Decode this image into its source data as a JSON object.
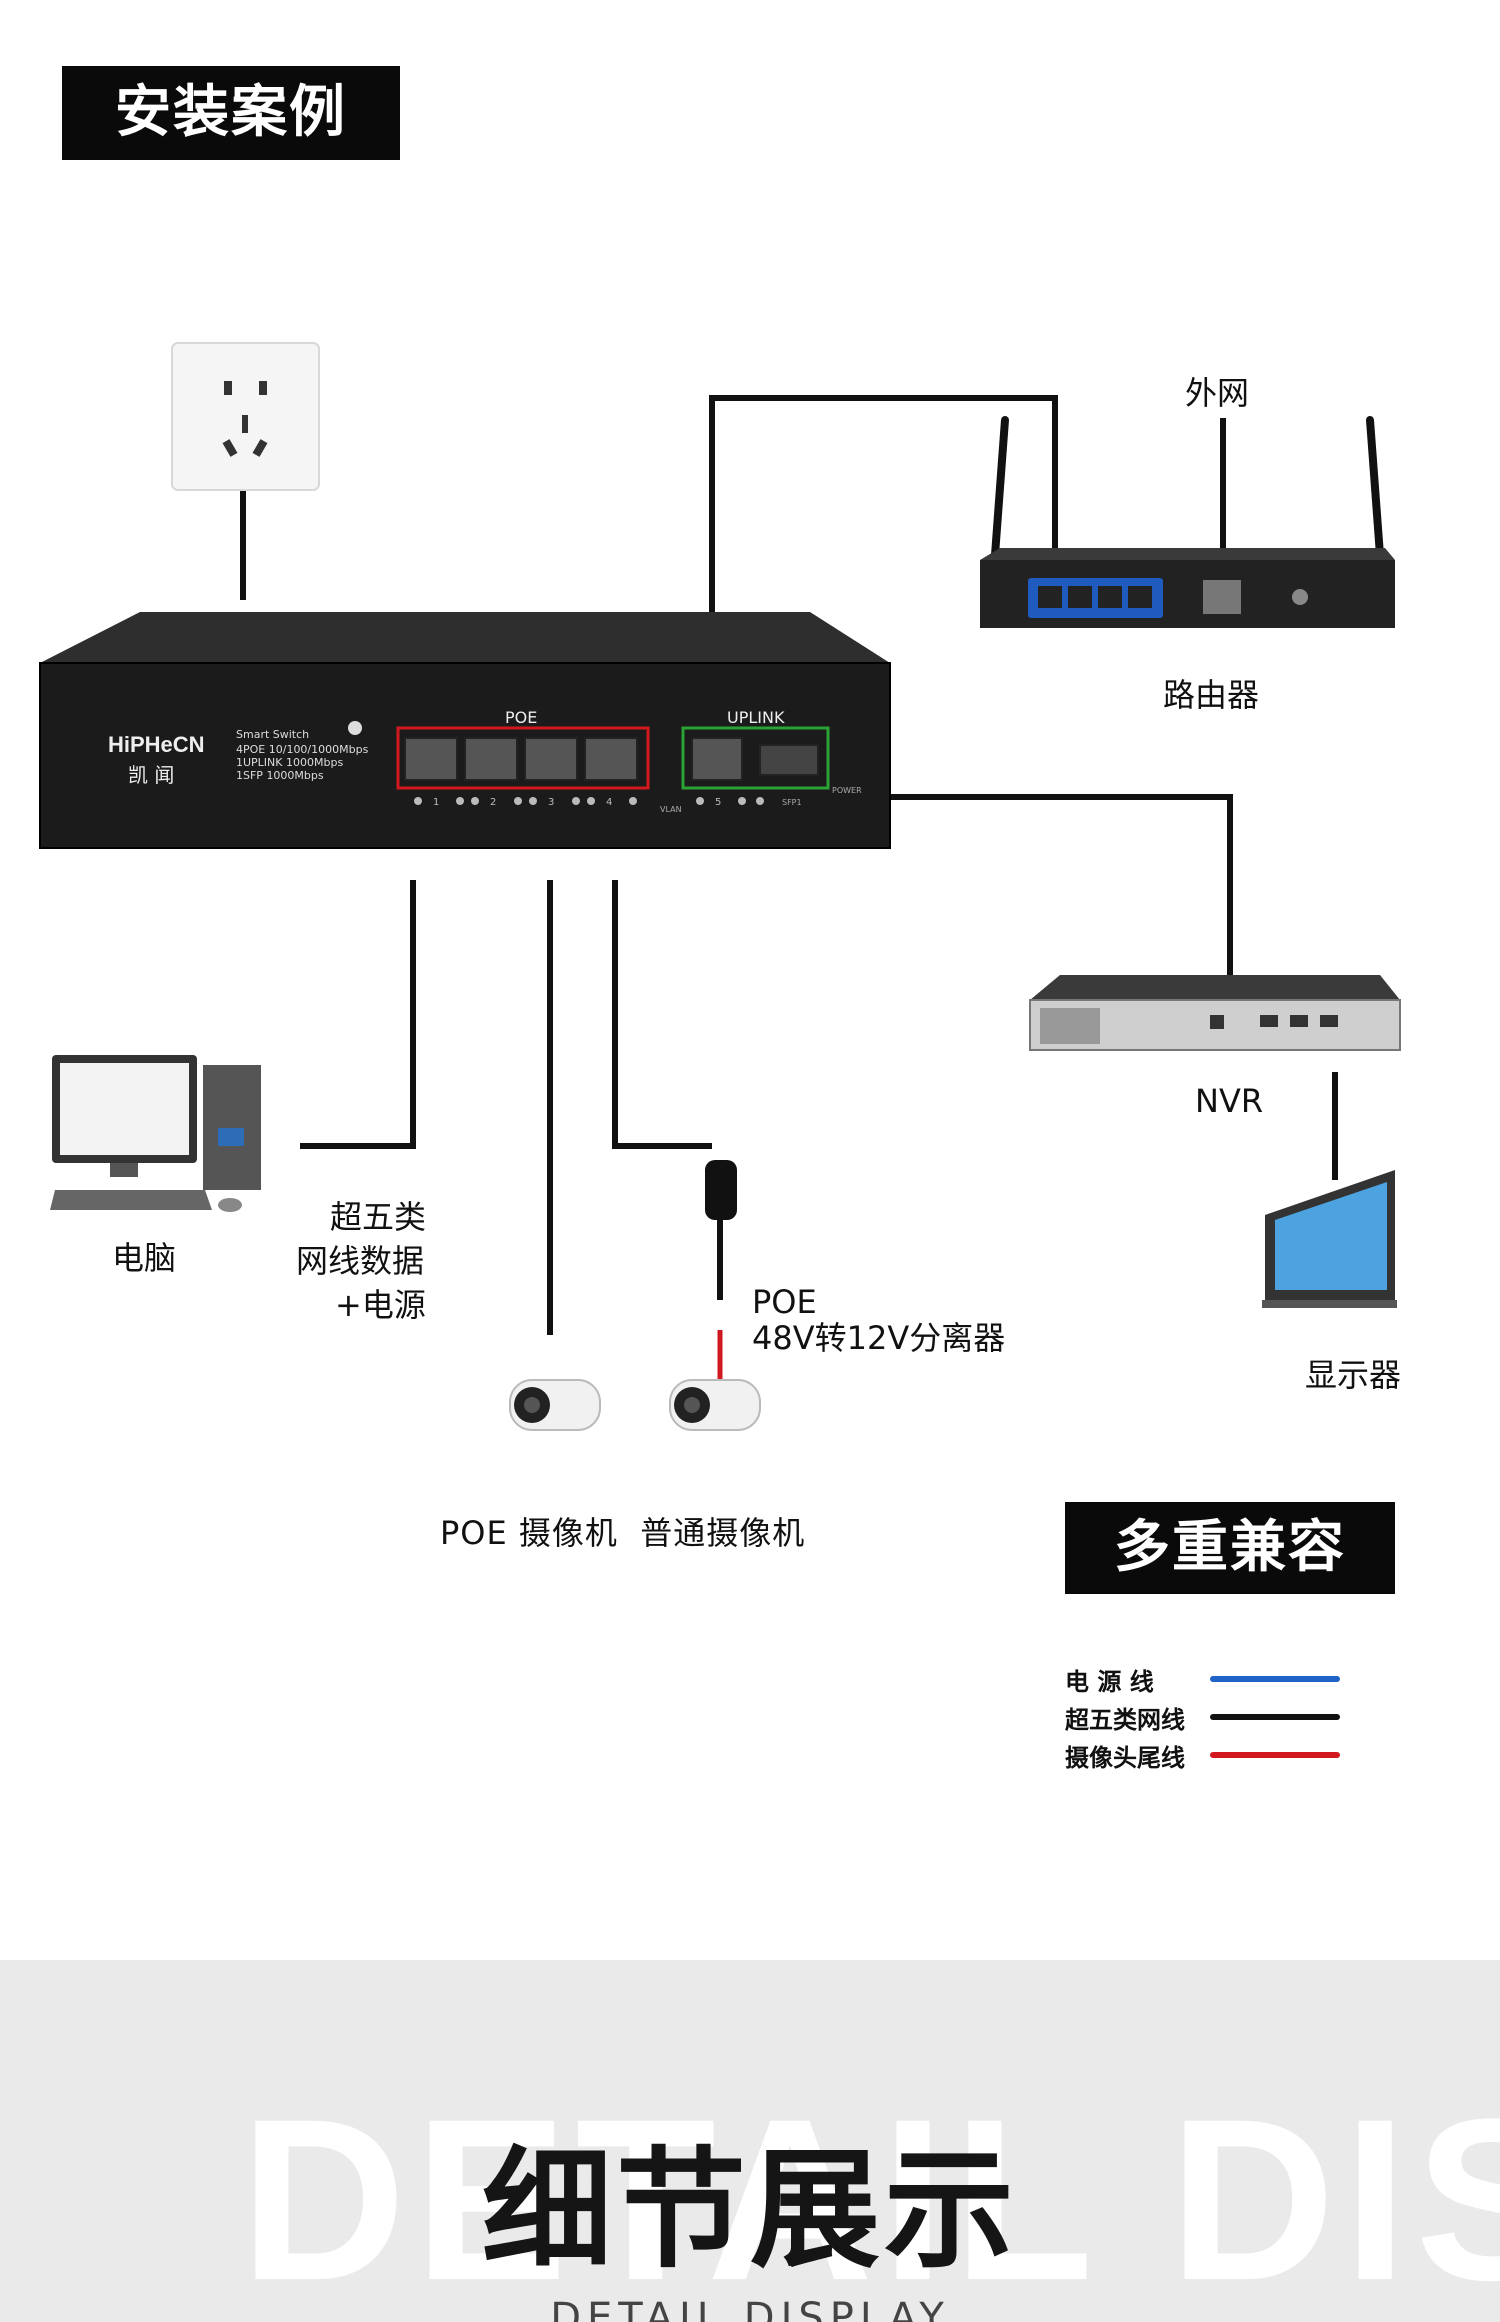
{
  "header": {
    "title": "安装案例"
  },
  "devices": {
    "internet": "外网",
    "router": "路由器",
    "nvr": "NVR",
    "monitor": "显示器",
    "computer": "电脑",
    "cable_label": [
      "超五类",
      "网线数据",
      "+电源"
    ],
    "splitter": [
      "POE",
      "48V转12V分离器"
    ],
    "cameras": "POE 摄像机  普通摄像机"
  },
  "switch": {
    "brand": "HiPHeCN",
    "brand_cn": "凯 闻",
    "model": "Smart Switch",
    "specs": [
      "4POE 10/100/1000Mbps",
      "1UPLINK 1000Mbps",
      "1SFP 1000Mbps"
    ],
    "poe_label": "POE",
    "uplink_label": "UPLINK",
    "port_numbers": [
      "1",
      "2",
      "3",
      "4",
      "5"
    ],
    "sfp_label": "SFP1",
    "power_label": "POWER",
    "vlan_label": "VLAN"
  },
  "compat": {
    "title": "多重兼容",
    "legend": [
      {
        "label": "电 源 线",
        "color": "#1f63c9"
      },
      {
        "label": "超五类网线",
        "color": "#111111"
      },
      {
        "label": "摄像头尾线",
        "color": "#d0181e"
      }
    ]
  },
  "footer": {
    "bg_text": "DETAIL DISPLAY",
    "title": "细节展示",
    "subtitle": "DETAIL DISPLAY"
  }
}
